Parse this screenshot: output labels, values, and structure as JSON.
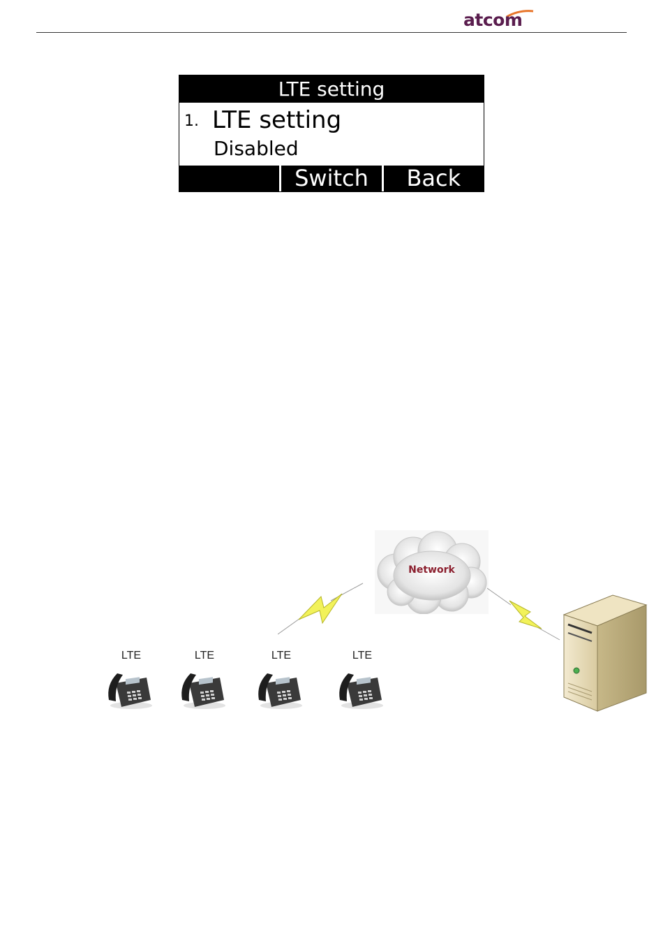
{
  "header": {
    "logo_text": "atcom"
  },
  "lcd": {
    "title": "LTE setting",
    "item_number": "1.",
    "item_label": "LTE setting",
    "item_value": "Disabled",
    "softkeys": [
      "",
      "Switch",
      "Back"
    ]
  },
  "diagram": {
    "cloud_label": "Network",
    "phones": [
      {
        "label": "LTE"
      },
      {
        "label": "LTE"
      },
      {
        "label": "LTE"
      },
      {
        "label": "LTE"
      }
    ],
    "icons": [
      "cloud-icon",
      "lightning-icon",
      "server-icon",
      "desk-phone-icon"
    ]
  },
  "colors": {
    "logo": "#5a1d4e",
    "logo_accent": "#e8762b",
    "lcd_bar": "#000000",
    "network_text": "#8b1f2e",
    "bolt_fill": "#f2f25a"
  }
}
